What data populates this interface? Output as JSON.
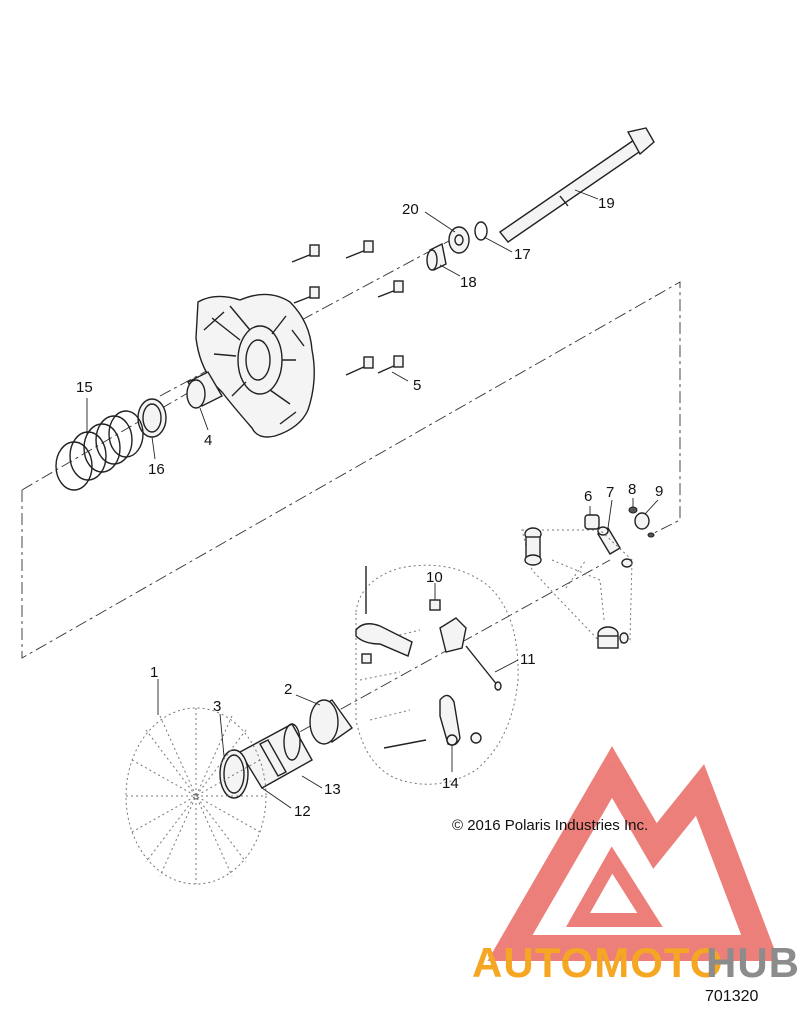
{
  "diagram": {
    "callouts": [
      "1",
      "2",
      "3",
      "4",
      "5",
      "6",
      "7",
      "8",
      "9",
      "10",
      "11",
      "12",
      "13",
      "14",
      "15",
      "16",
      "17",
      "18",
      "19",
      "20"
    ],
    "copyright": "© 2016 Polaris Industries Inc.",
    "diagram_id": "701320"
  },
  "watermark": {
    "brand_part_1": "AUTOMOTO",
    "brand_part_2": "HUB",
    "color_triangle": "#e8554f",
    "color_auto": "#f5a623",
    "color_hub": "#8c8c8c"
  }
}
